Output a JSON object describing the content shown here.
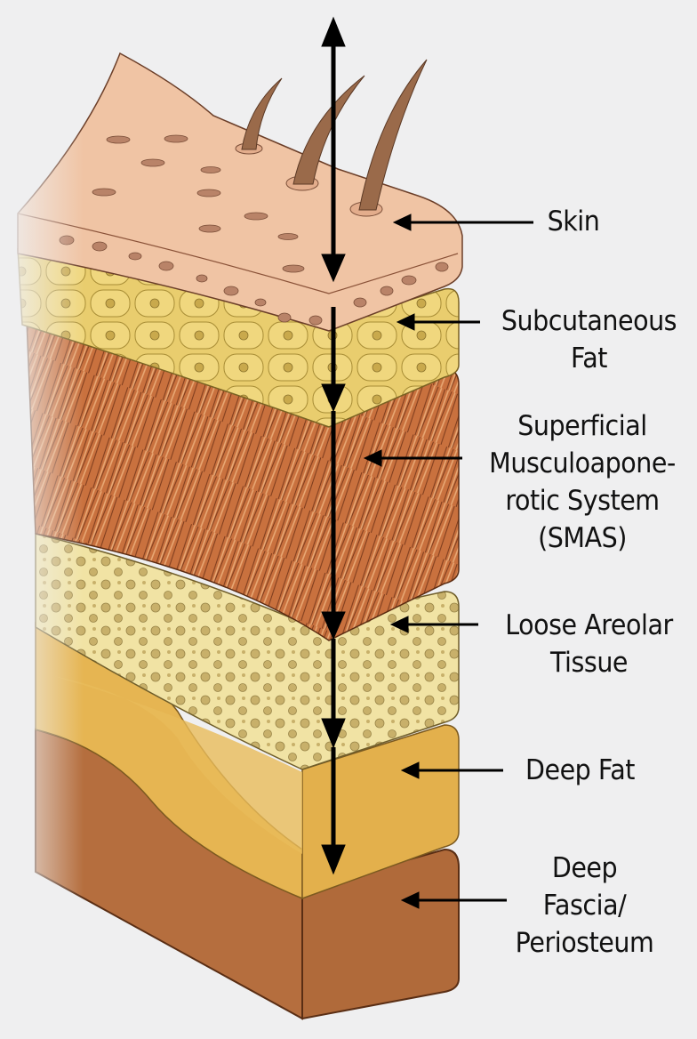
{
  "diagram": {
    "title": "",
    "layers": [
      {
        "id": "skin",
        "lines": [
          "Skin"
        ],
        "color": "#f0c4a4"
      },
      {
        "id": "subcutaneous-fat",
        "lines": [
          "Subcutaneous",
          "Fat"
        ],
        "color": "#e9cd6e"
      },
      {
        "id": "smas",
        "lines": [
          "Superficial",
          "Musculoapone-",
          "rotic System",
          "(SMAS)"
        ],
        "color": "#c9713e"
      },
      {
        "id": "loose-areolar-tissue",
        "lines": [
          "Loose Areolar",
          "Tissue"
        ],
        "color": "#f1e3a4"
      },
      {
        "id": "deep-fat",
        "lines": [
          "Deep Fat"
        ],
        "color": "#e6b552"
      },
      {
        "id": "deep-fascia-periosteum",
        "lines": [
          "Deep",
          "Fascia/",
          "Periosteum"
        ],
        "color": "#b56e3e"
      }
    ],
    "arrow_color": "#000000"
  }
}
